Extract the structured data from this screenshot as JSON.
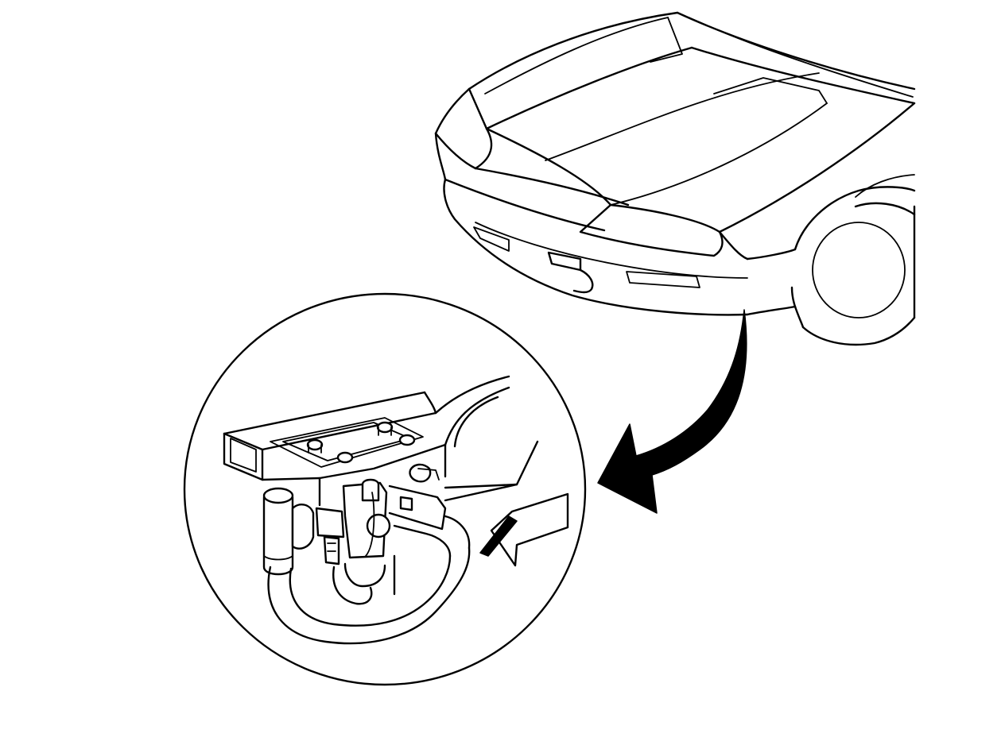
{
  "diagram": {
    "style": "black-and-white line drawing",
    "colors": {
      "stroke": "#000000",
      "background": "#ffffff"
    },
    "parts": [
      {
        "id": "vehicle-front",
        "kind": "car front end with hood, bumper and front wheel"
      },
      {
        "id": "detail-circle",
        "kind": "magnified view of component mounted under front bumper"
      },
      {
        "id": "curved-arrow",
        "kind": "arrow from bumper area to detail view"
      },
      {
        "id": "indicator-arrow",
        "kind": "block arrow pointing at component in detail view"
      }
    ]
  }
}
